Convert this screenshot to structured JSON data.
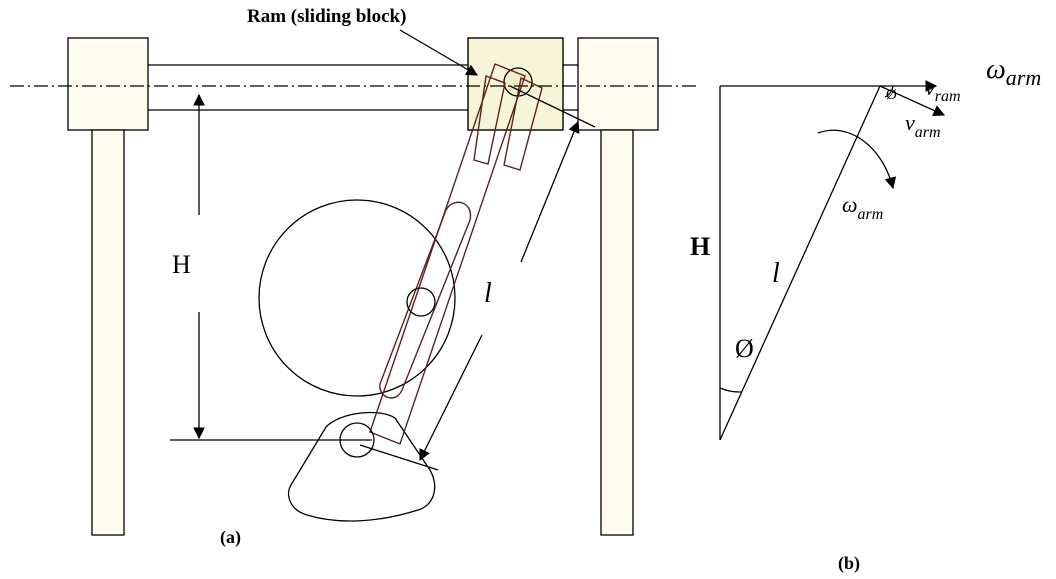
{
  "figure_a": {
    "ram_label": "Ram (sliding block)",
    "height_label": "H",
    "length_label": "l",
    "caption": "(a)"
  },
  "figure_b": {
    "height_label": "H",
    "length_label": "l",
    "angle_label": "Ø",
    "top_angle_label": "Ø",
    "omega_arm_top": "ω",
    "omega_arm_top_sub": "arm",
    "v_ram": "v",
    "v_ram_sub": "ram",
    "v_arm": "v",
    "v_arm_sub": "arm",
    "omega_arm": "ω",
    "omega_arm_sub": "arm",
    "caption": "(b)"
  },
  "colors": {
    "line": "#000000",
    "arm": "#5a2323",
    "ram_fill": "#f7f5d8",
    "ram_pin": "#d8d030"
  }
}
